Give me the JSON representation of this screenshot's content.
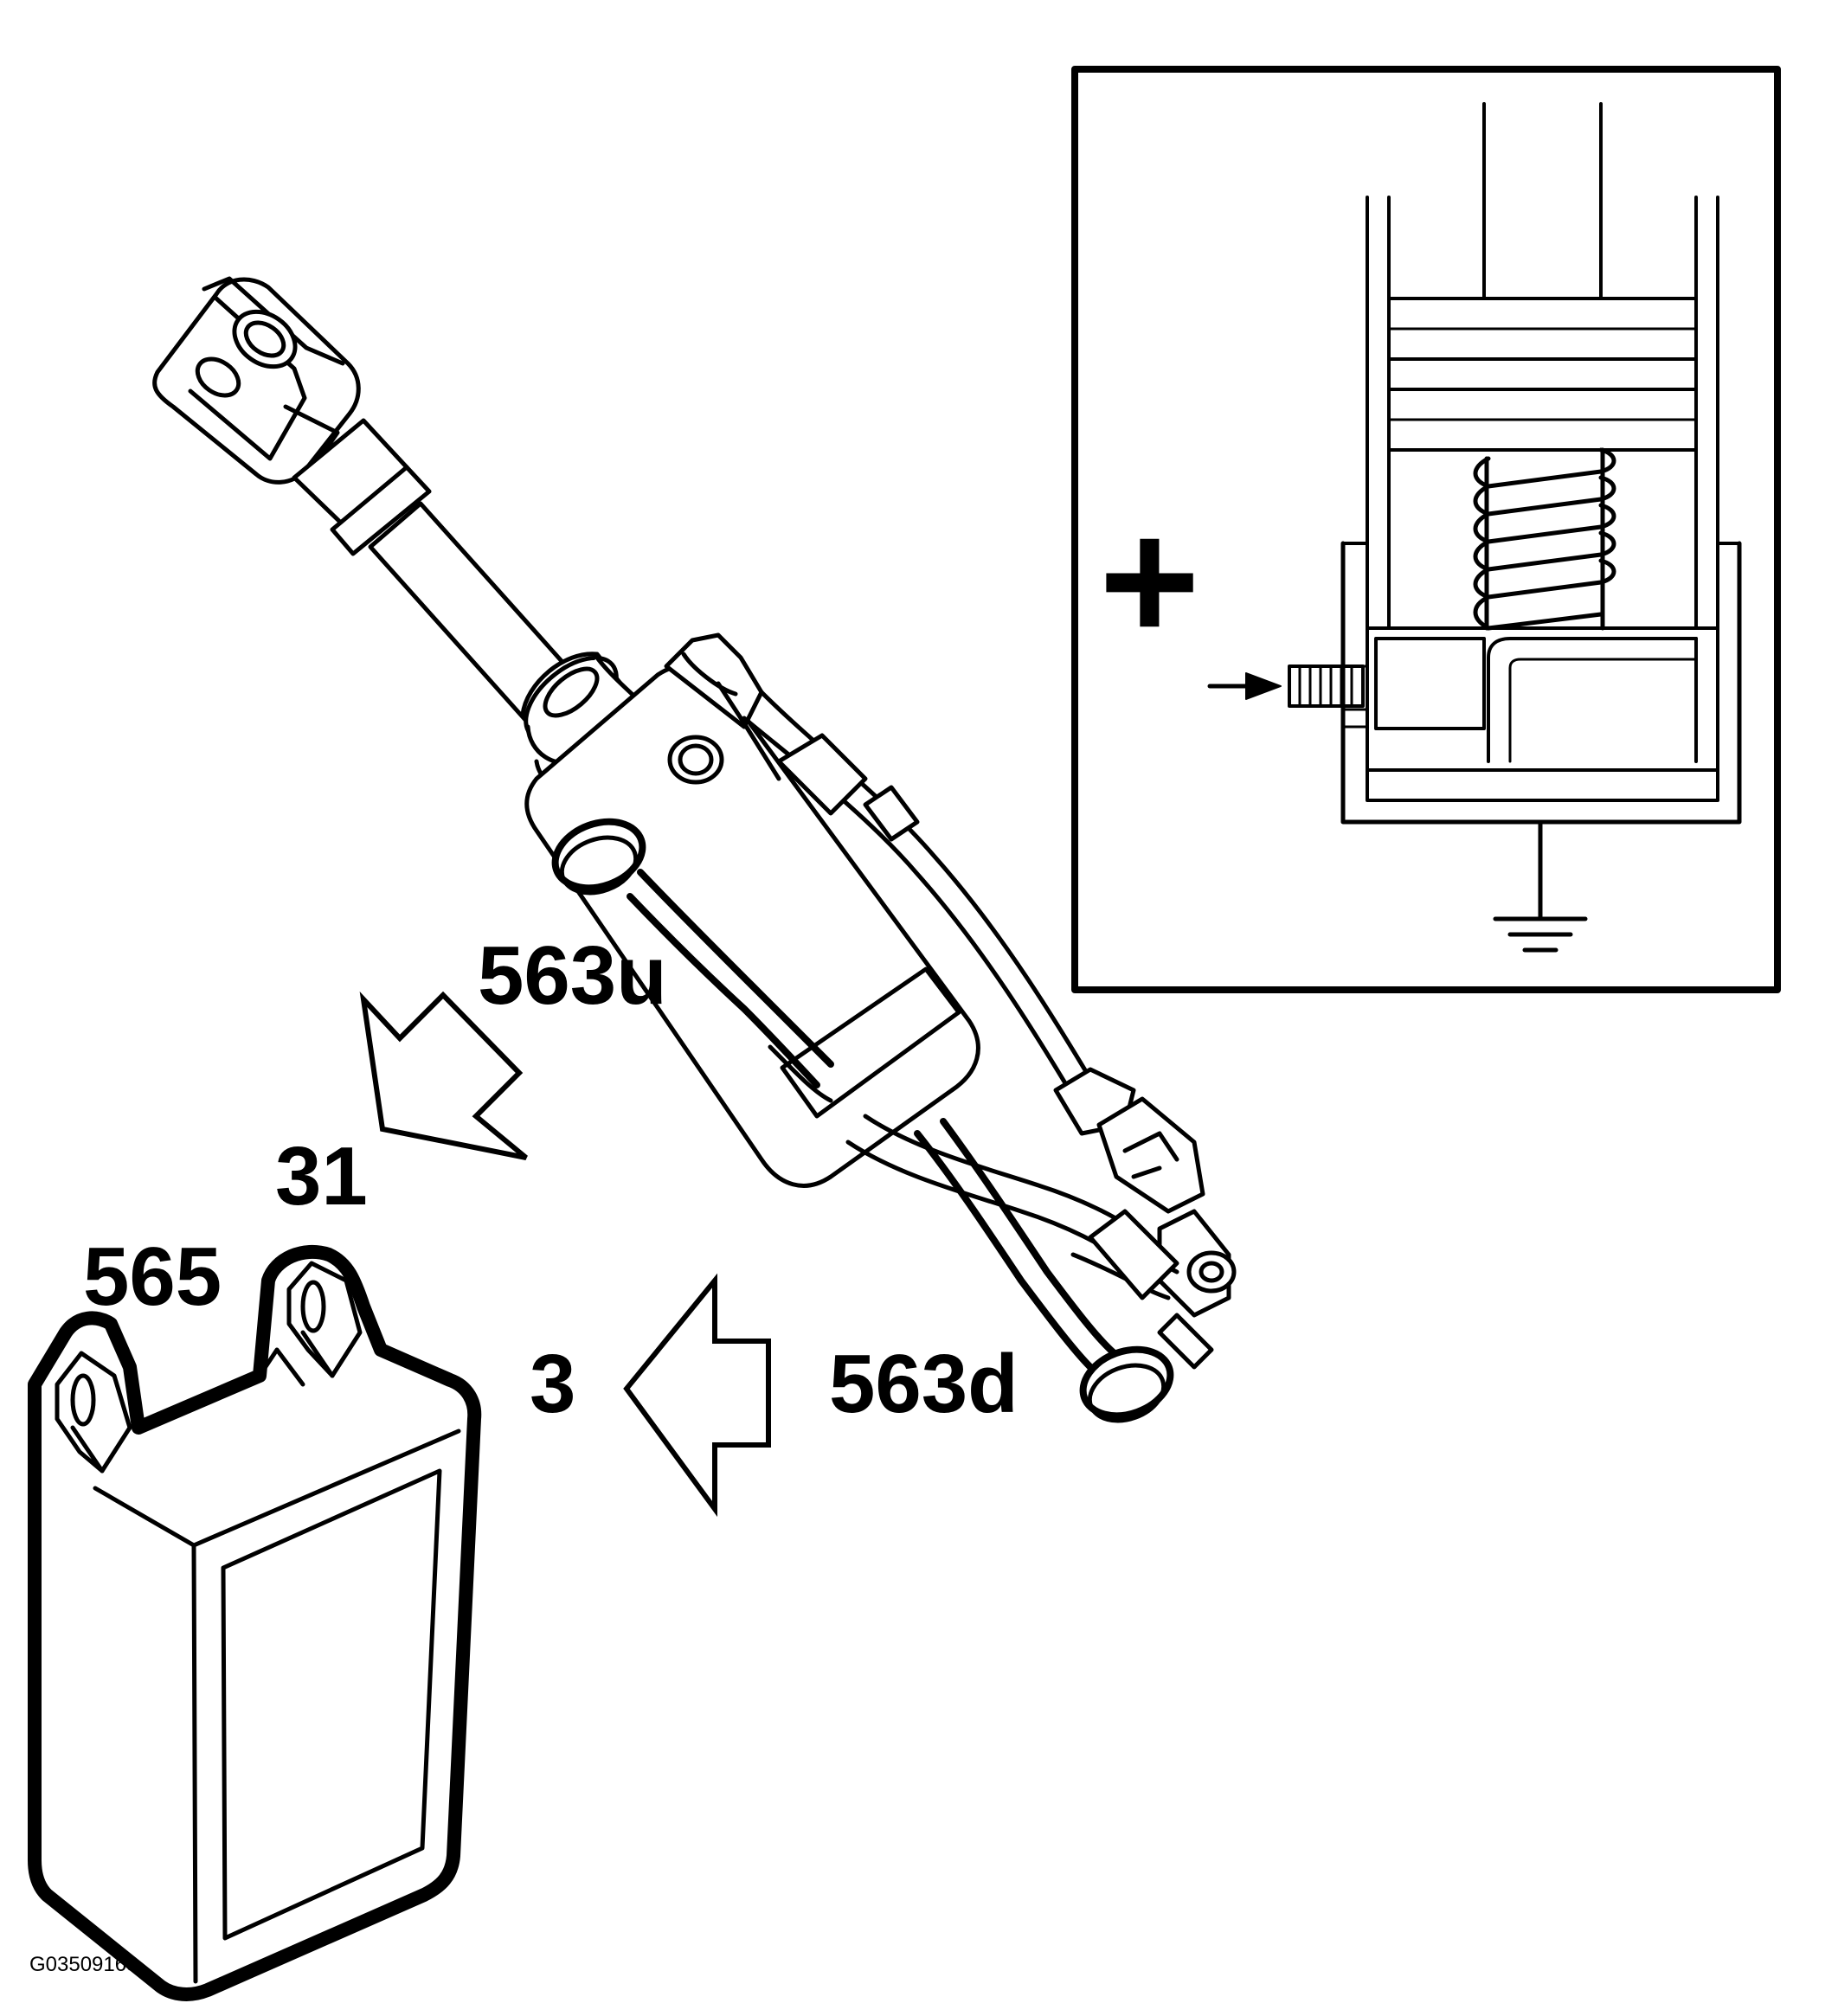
{
  "diagram": {
    "labels": {
      "label_563u": "563u",
      "label_31": "31",
      "label_565": "565",
      "label_3": "3",
      "label_563d": "563d"
    },
    "inset": {
      "plus_symbol": "+"
    },
    "figure_id": "G03509168"
  },
  "colors": {
    "line": "#000000",
    "background": "#ffffff"
  },
  "icons": {
    "actuator": "hydraulic-cylinder-actuator",
    "battery": "battery-terminal-block",
    "ground": "ground-symbol",
    "arrows": "hollow-direction-arrow"
  }
}
